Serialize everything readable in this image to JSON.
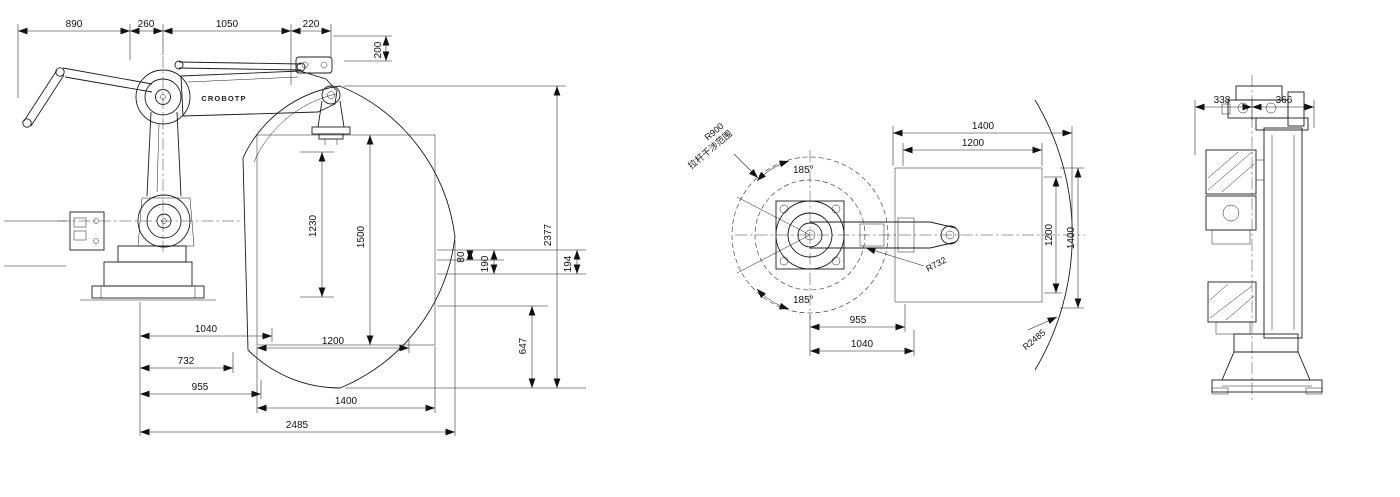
{
  "drawing": {
    "brand": "CROBOTP",
    "side": {
      "d890": "890",
      "d260": "260",
      "d1050": "1050",
      "d220": "220",
      "d200": "200",
      "d2377": "2377",
      "d194": "194",
      "d1230": "1230",
      "d1500": "1500",
      "d80": "80",
      "d190": "190",
      "d647": "647",
      "d1040": "1040",
      "d1200": "1200",
      "d732": "732",
      "d955": "955",
      "d1400": "1400",
      "d2485": "2485"
    },
    "top": {
      "d1400_w": "1400",
      "d1200_w": "1200",
      "d1200_h": "1200",
      "d1400_h": "1400",
      "a185_upper": "185°",
      "a185_lower": "185°",
      "r900": "R900",
      "r900_note": "拉杆干涉范围",
      "r732": "R732",
      "r2485": "R2485",
      "d955": "955",
      "d1040": "1040"
    },
    "front": {
      "d338": "338",
      "d366": "366"
    }
  }
}
